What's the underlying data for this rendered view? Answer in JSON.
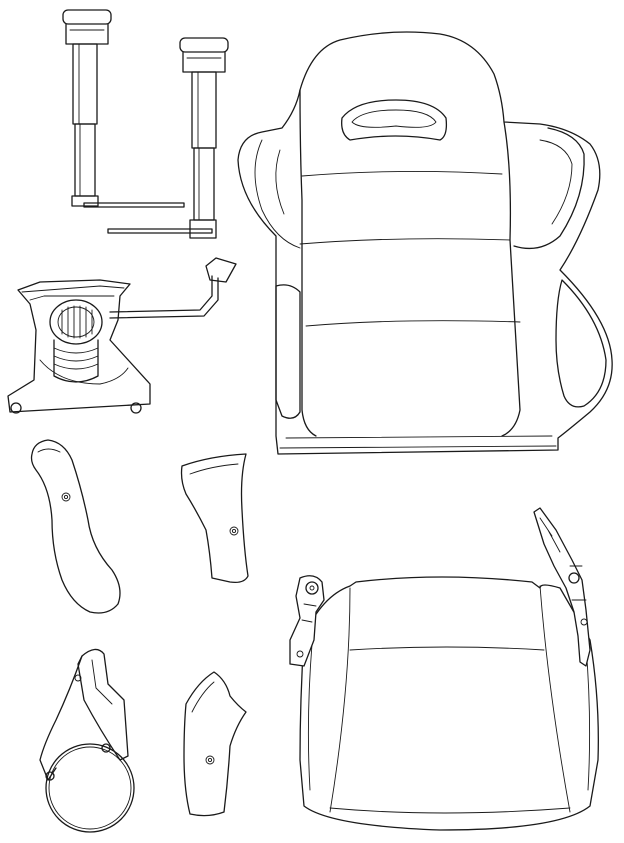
{
  "page": {
    "background_color": "#ffffff",
    "line_color": "#1a1a1a"
  },
  "parts": [
    {
      "id": "gas-lift-cylinder-left",
      "icon": "gas-cylinder-icon"
    },
    {
      "id": "gas-lift-cylinder-right",
      "icon": "gas-cylinder-icon"
    },
    {
      "id": "tilt-mechanism",
      "icon": "mechanism-icon"
    },
    {
      "id": "backrest",
      "icon": "seat-back-icon"
    },
    {
      "id": "seat-cushion",
      "icon": "seat-cushion-icon"
    },
    {
      "id": "side-cover-left",
      "icon": "cover-panel-icon"
    },
    {
      "id": "side-cover-right",
      "icon": "cover-panel-icon"
    },
    {
      "id": "recliner-cover-left",
      "icon": "cover-panel-icon"
    },
    {
      "id": "recliner-cover-right",
      "icon": "cover-panel-icon"
    }
  ]
}
